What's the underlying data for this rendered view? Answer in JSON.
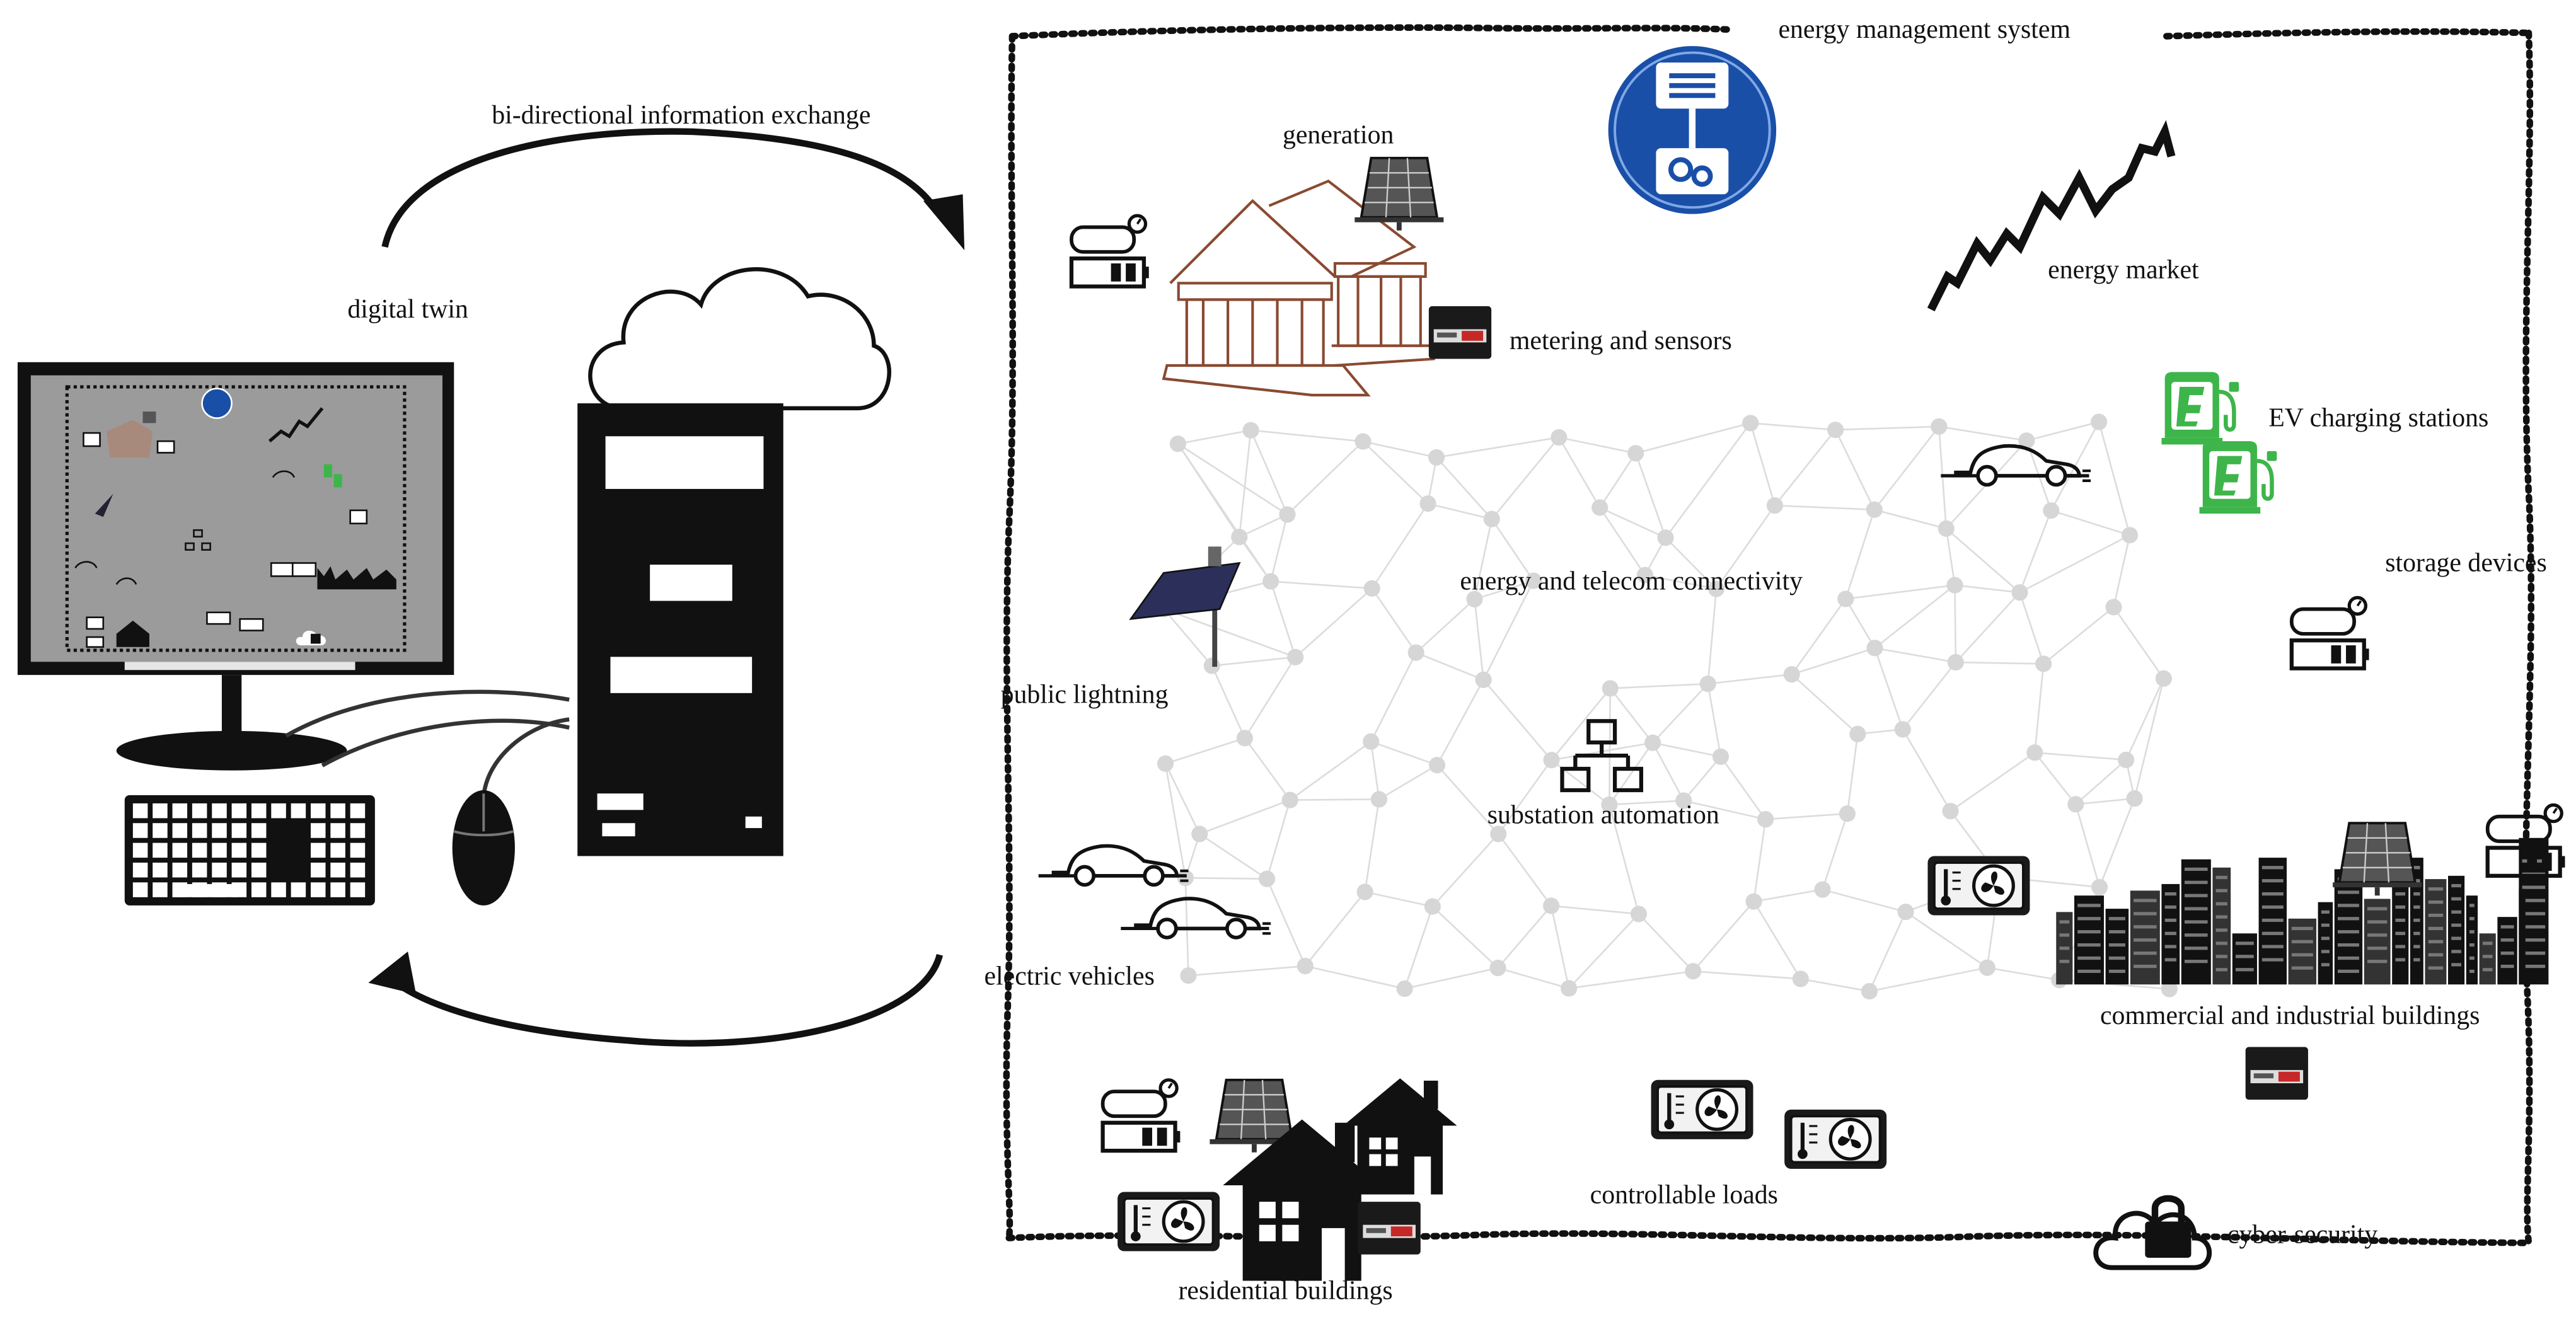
{
  "labels": {
    "ems": "energy management system",
    "exchange": "bi-directional information exchange",
    "digital_twin": "digital twin",
    "generation": "generation",
    "metering": "metering and sensors",
    "market": "energy market",
    "ev_charging": "EV charging stations",
    "storage": "storage devices",
    "connectivity": "energy and telecom connectivity",
    "lighting": "public lightning",
    "substation": "substation automation",
    "ev": "electric vehicles",
    "commercial": "commercial and industrial buildings",
    "loads": "controllable loads",
    "residential": "residential buildings",
    "cyber": "cyber-security"
  },
  "colors": {
    "ems_blue": "#1a4fa8",
    "ev_green": "#3db54a",
    "mesh_gray": "#d9d9d9",
    "screen_gray": "#9b9b9b",
    "building_brown": "#8a4a32",
    "ink": "#111111"
  },
  "icons": {
    "ems": "flowchart-gear-icon",
    "market": "rising-line-icon",
    "generation": "power-plant-icon",
    "solar": "solar-panel-icon",
    "meter": "smart-meter-icon",
    "storage": "battery-storage-icon",
    "ev_charger": "ev-charger-icon",
    "car": "electric-car-icon",
    "substation": "network-tree-icon",
    "street_light": "solar-street-light-icon",
    "load": "controllable-load-icon",
    "house": "house-icon",
    "city": "city-skyline-icon",
    "lock": "cloud-lock-icon",
    "cloud": "cloud-icon"
  }
}
